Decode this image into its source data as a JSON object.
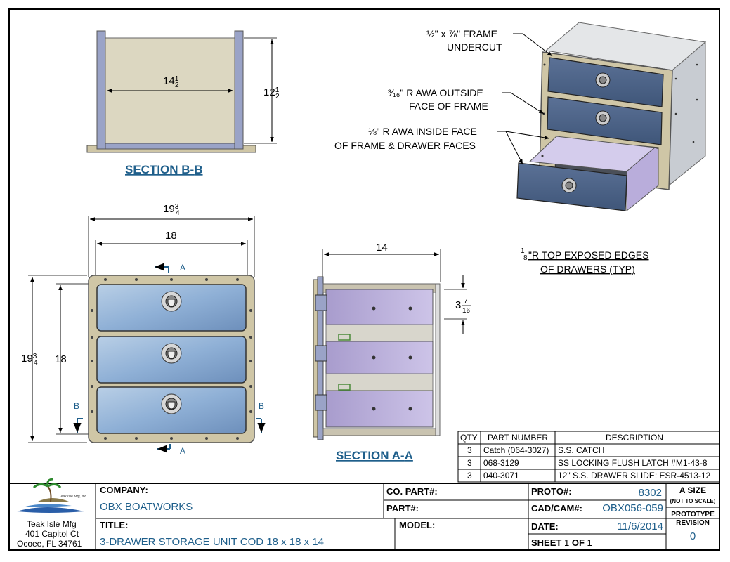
{
  "section_bb": {
    "title_prefix": "SECTION B-",
    "title_letter": "B",
    "width_whole": "14",
    "width_num": "1",
    "width_den": "2",
    "height_whole": "12",
    "height_num": "1",
    "height_den": "2"
  },
  "front_view": {
    "overall_width_whole": "19",
    "overall_width_num": "3",
    "overall_width_den": "4",
    "inner_width": "18",
    "overall_height_whole": "19",
    "overall_height_num": "3",
    "overall_height_den": "4",
    "inner_height": "18",
    "section_a_top": "A",
    "section_a_bottom": "A",
    "section_b_left": "B",
    "section_b_right": "B"
  },
  "section_aa": {
    "title_prefix": "SECTION A-",
    "title_letter": "A",
    "depth": "14",
    "drawer_h_whole": "3",
    "drawer_h_num": "7",
    "drawer_h_den": "16"
  },
  "callouts": {
    "frame_l1": "½\" x ⅞\" FRAME",
    "frame_l2": "UNDERCUT",
    "awa_out_l1": "³⁄₁₆\" R AWA OUTSIDE",
    "awa_out_l2": "FACE OF FRAME",
    "awa_in_l1": "⅛\" R AWA INSIDE FACE",
    "awa_in_l2": "OF FRAME & DRAWER FACES",
    "top_edges_frac_num": "1",
    "top_edges_frac_den": "8",
    "top_edges_l1": "\"R TOP EXPOSED EDGES",
    "top_edges_l2": "OF DRAWERS (TYP)"
  },
  "bom": {
    "headers": [
      "QTY",
      "PART NUMBER",
      "DESCRIPTION"
    ],
    "rows": [
      {
        "qty": "3",
        "part": "Catch (064-3027)",
        "desc": "S.S. CATCH"
      },
      {
        "qty": "3",
        "part": "068-3129",
        "desc": "SS LOCKING FLUSH LATCH #M1-43-8"
      },
      {
        "qty": "3",
        "part": "040-3071",
        "desc": "12\" S.S. DRAWER SLIDE: ESR-4513-12"
      }
    ]
  },
  "title_block": {
    "logo_text": "Teak Isle Mfg, Inc.",
    "addr1": "Teak Isle Mfg",
    "addr2": "401 Capitol Ct",
    "addr3": "Ocoee, FL 34761",
    "company_label": "COMPANY:",
    "company_value": "OBX BOATWORKS",
    "title_label": "TITLE:",
    "title_value": "3-DRAWER STORAGE UNIT COD 18 x 18 x 14",
    "co_part_label": "CO. PART#:",
    "part_label": "PART#:",
    "model_label": "MODEL:",
    "proto_label": "PROTO#:",
    "proto_value": "8302",
    "cadcam_label": "CAD/CAM#:",
    "cadcam_value": "OBX056-059",
    "date_label": "DATE:",
    "date_value": "11/6/2014",
    "sheet_label": "SHEET",
    "sheet_num": "1",
    "sheet_of": "OF",
    "sheet_total": "1",
    "size_label": "A SIZE",
    "scale_note": "(NOT TO SCALE)",
    "proto_rev_l1": "PROTOTYPE",
    "proto_rev_l2": "REVISION",
    "revision": "0"
  }
}
